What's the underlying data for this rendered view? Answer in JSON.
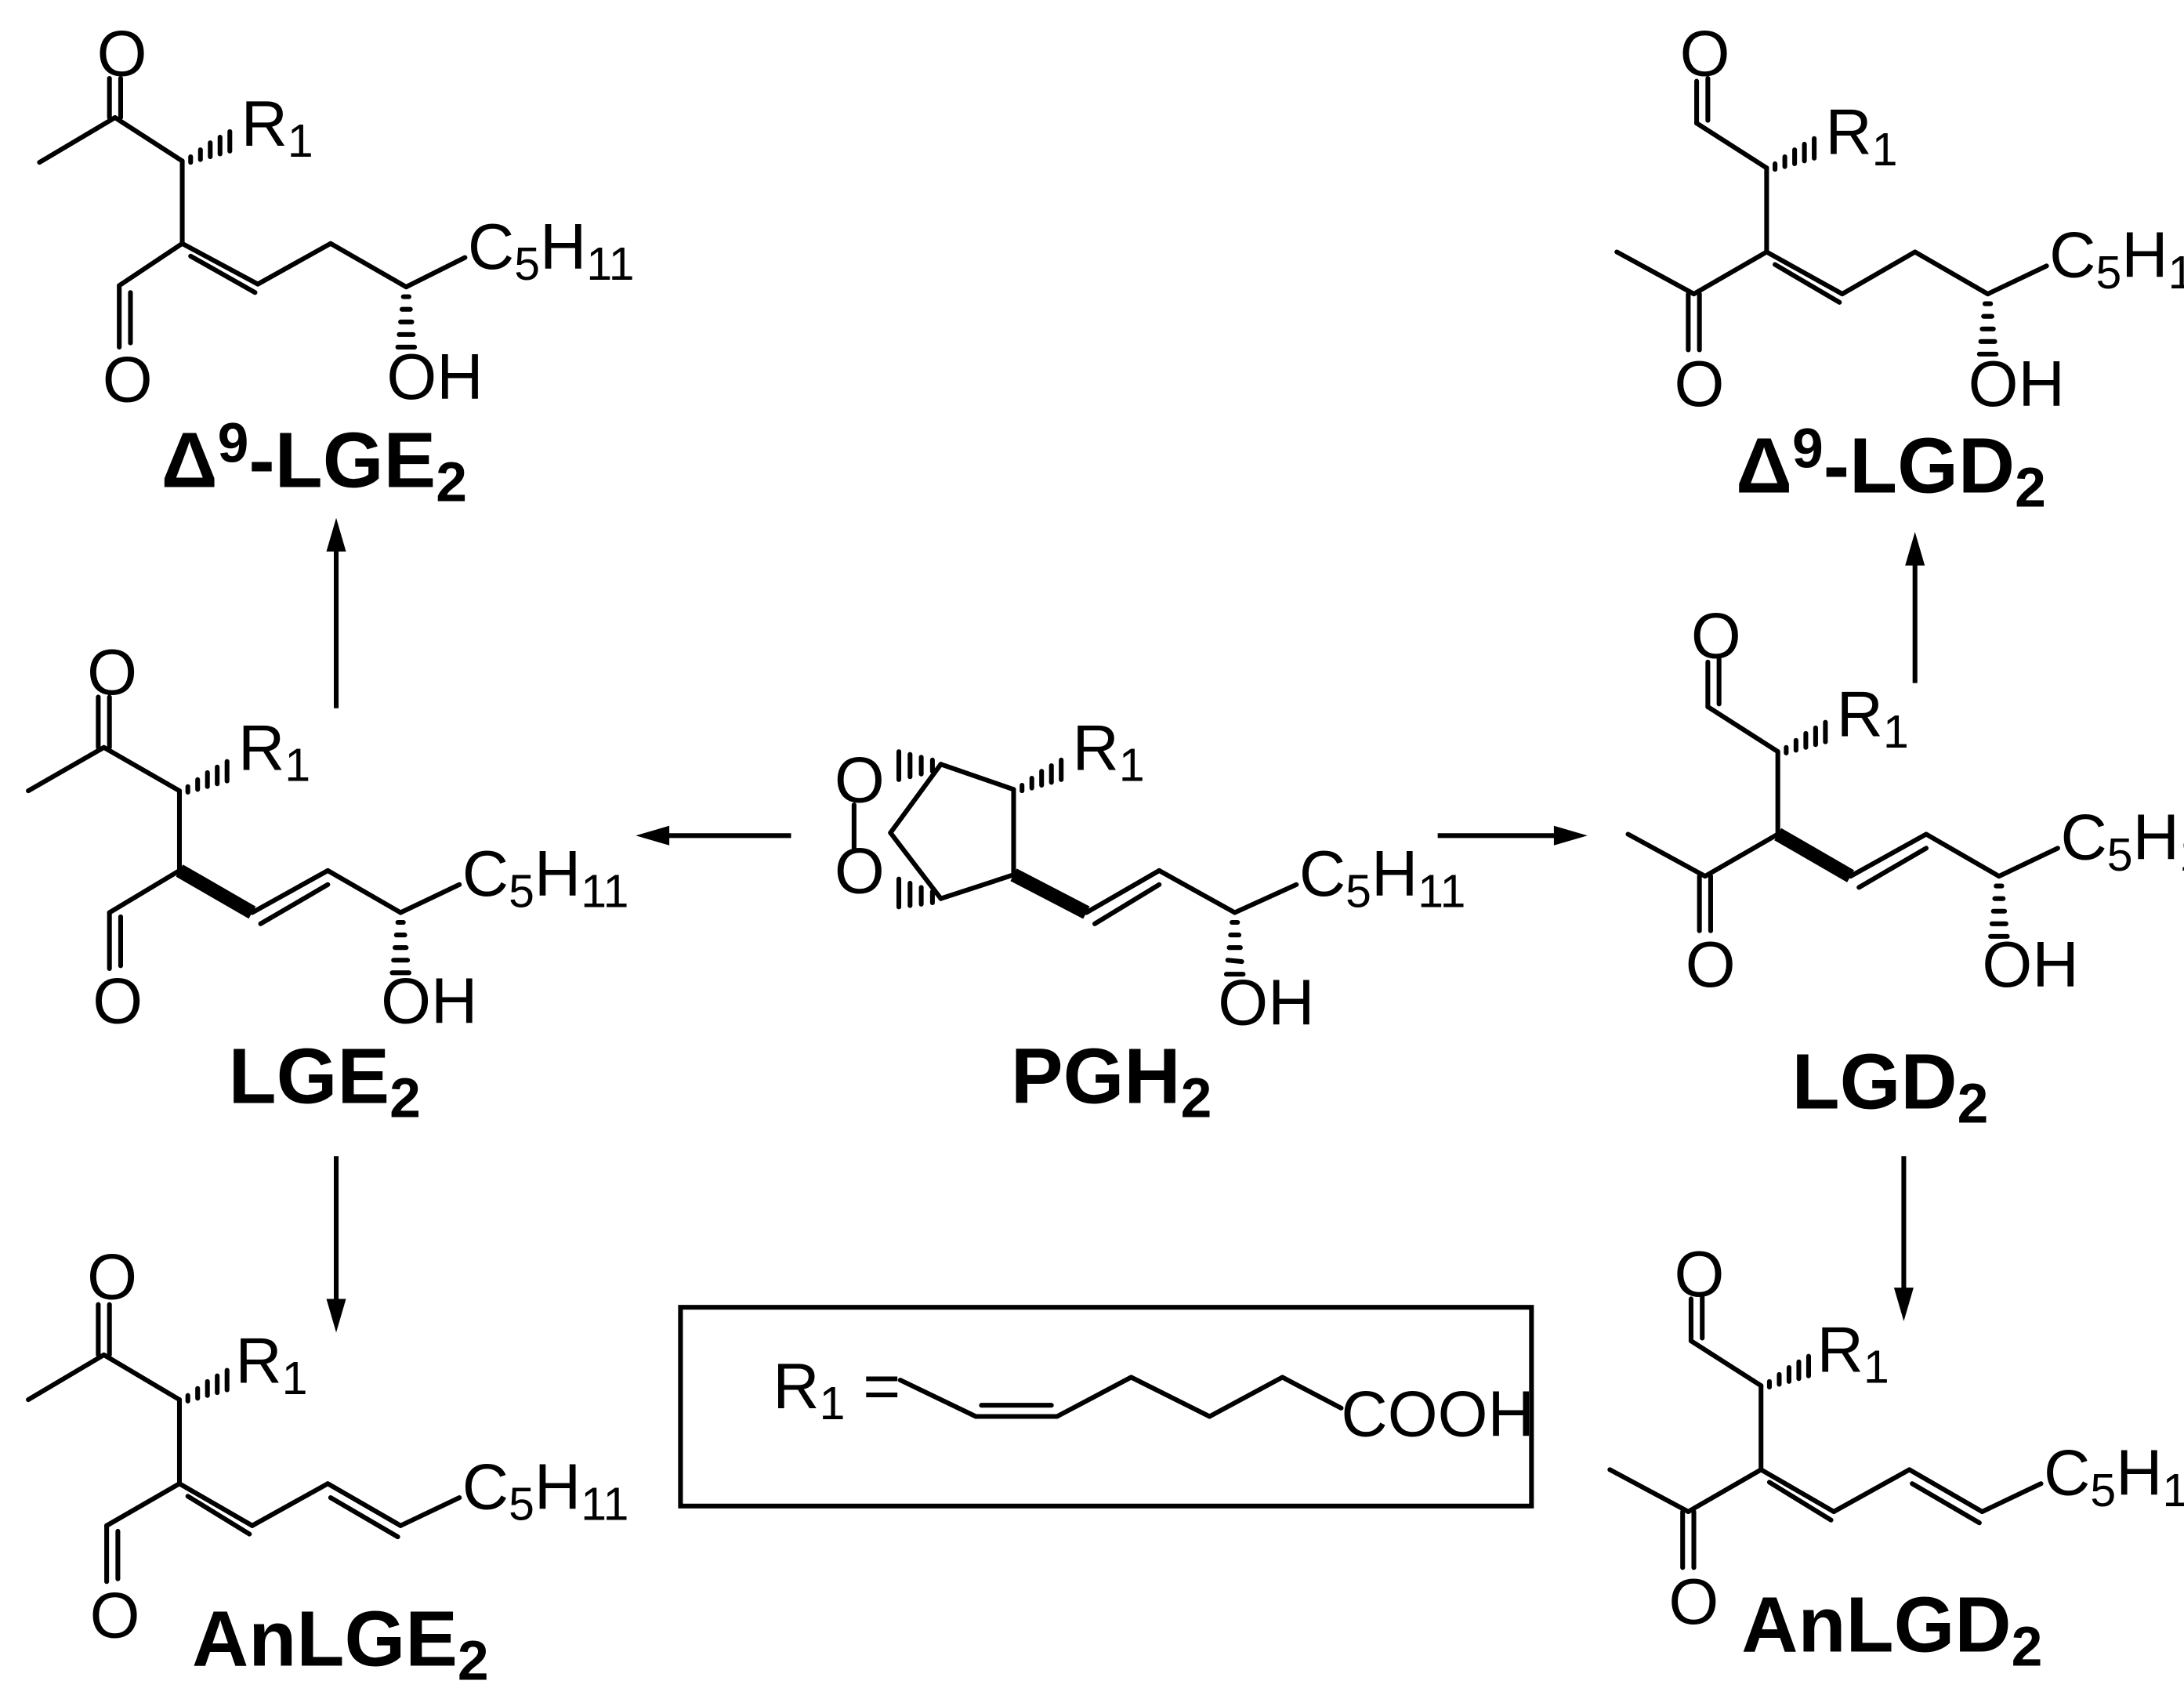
{
  "compounds": {
    "d9lge2": {
      "delta": "Δ",
      "sup": "9",
      "base": "-LGE",
      "sub": "2"
    },
    "d9lgd2": {
      "delta": "Δ",
      "sup": "9",
      "base": "-LGD",
      "sub": "2"
    },
    "lge2": {
      "base": "LGE",
      "sub": "2"
    },
    "pgh2": {
      "base": "PGH",
      "sub": "2"
    },
    "lgd2": {
      "base": "LGD",
      "sub": "2"
    },
    "anlge2": {
      "base": "AnLGE",
      "sub": "2"
    },
    "anlgd2": {
      "base": "AnLGD",
      "sub": "2"
    }
  },
  "atoms": {
    "oxygen": "O",
    "hydroxyl": "OH",
    "r": "R",
    "r_sub": "1",
    "c": "C",
    "c_sub": "5",
    "h": "H",
    "h_sub": "11",
    "cooh": "COOH"
  },
  "legend": {
    "label": "R",
    "sub": "1",
    "eq": " ="
  }
}
